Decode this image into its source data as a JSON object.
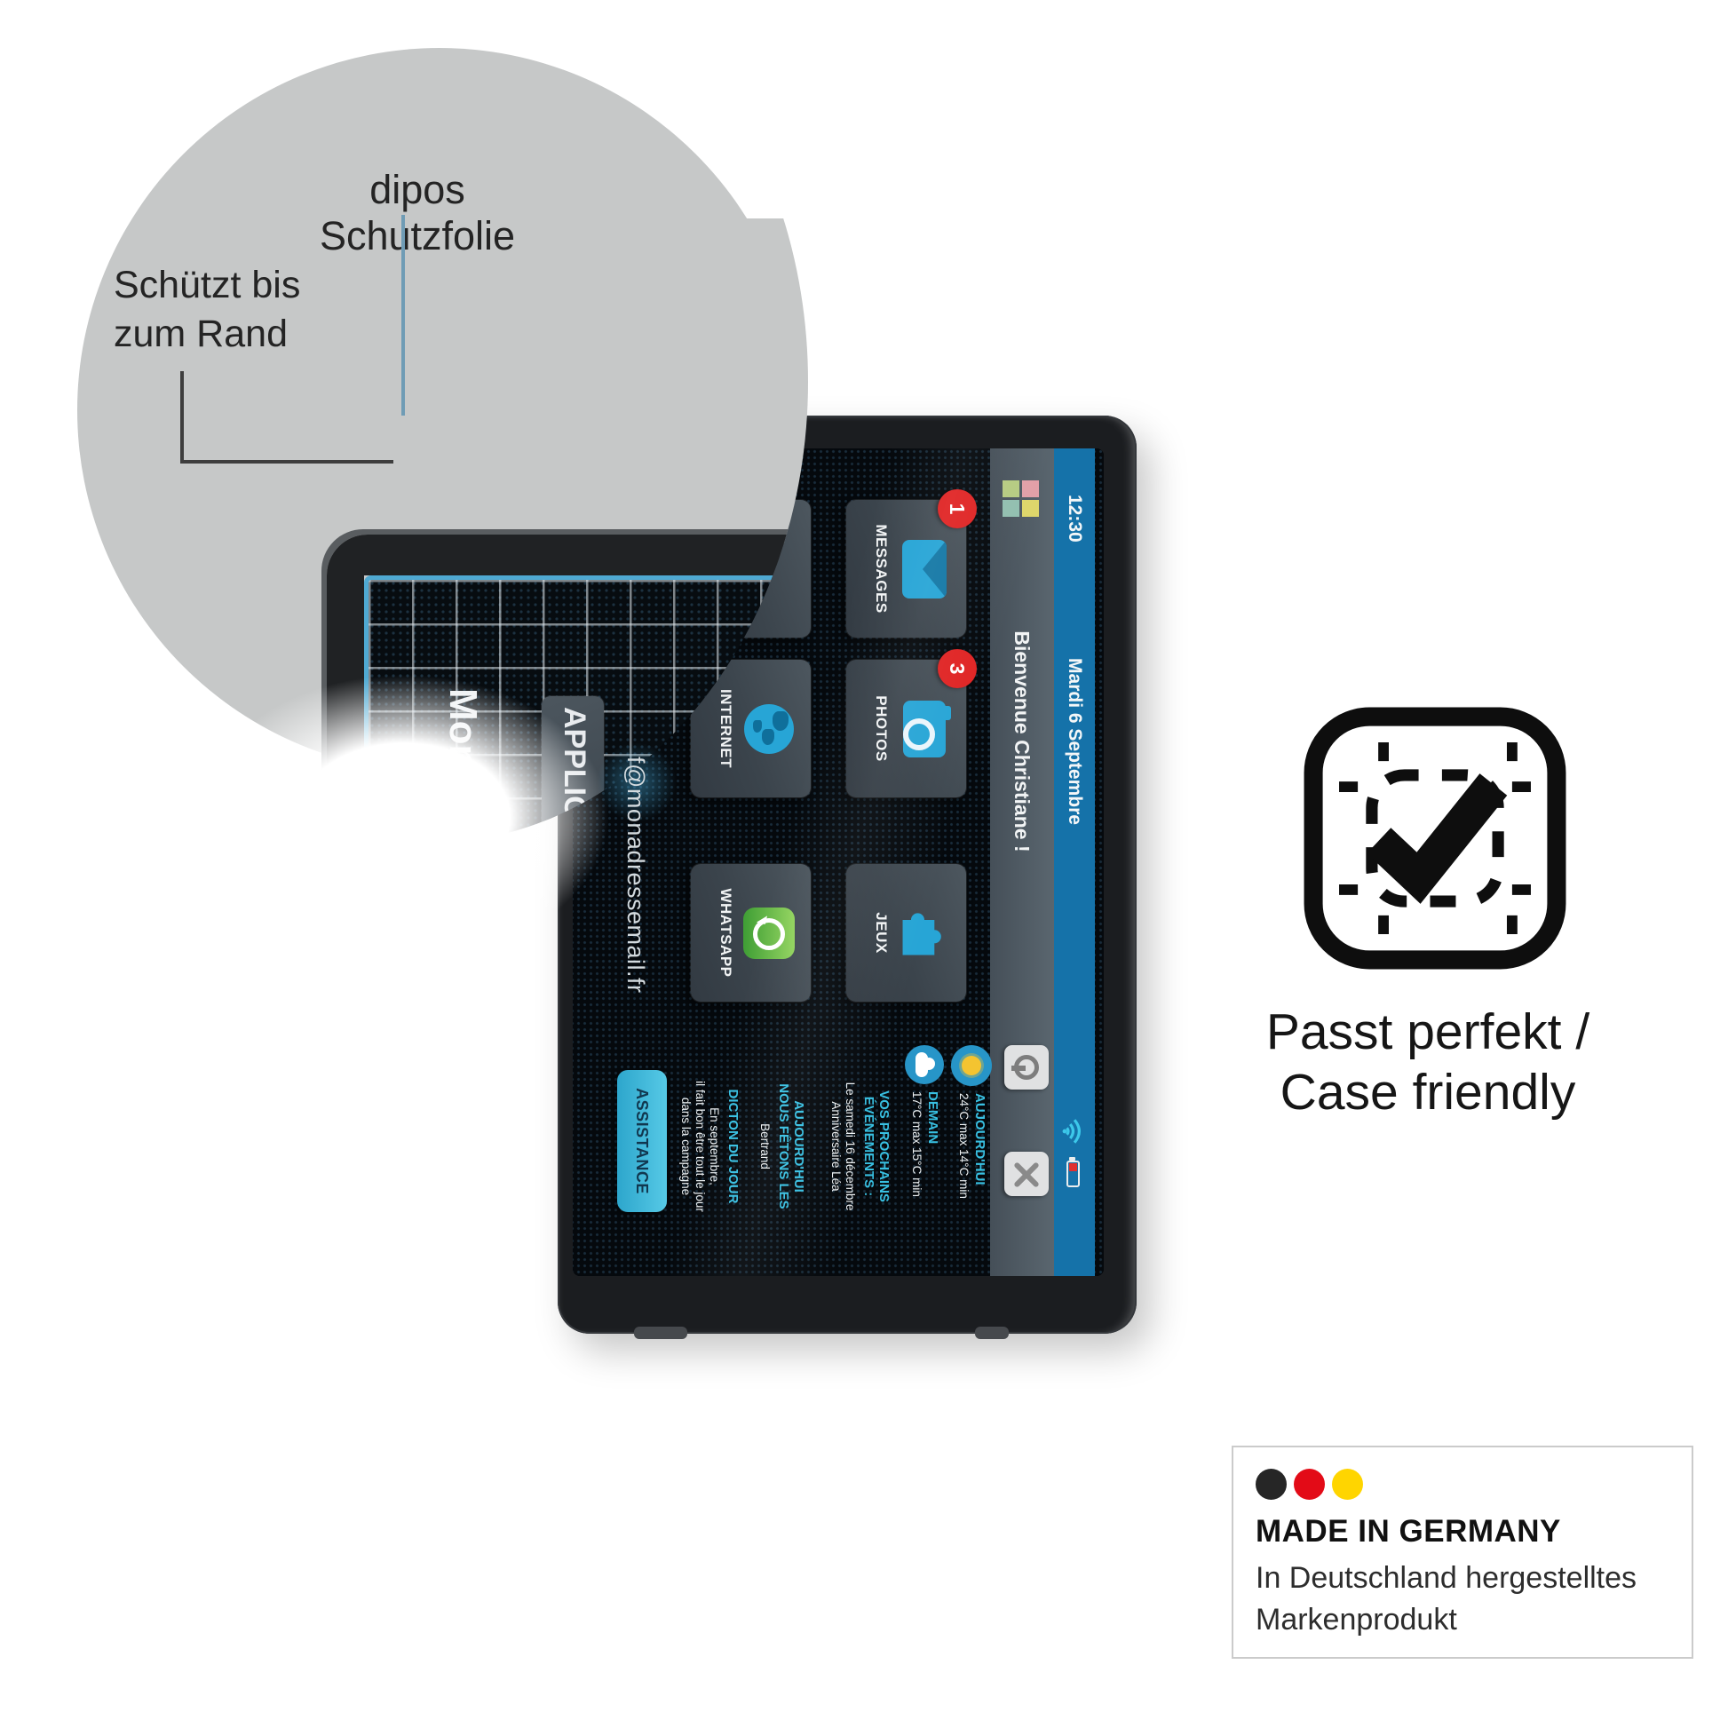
{
  "magnifier": {
    "title": "dipos Schutzfolie",
    "caption_line1": "Schützt bis",
    "caption_line2": "zum Rand"
  },
  "film_demo": {
    "big_label": "Mon adresse",
    "tile_fragment": "APPLICA",
    "email": "f@monadressemail.fr"
  },
  "tablet": {
    "status_time": "12:30",
    "date": "Mardi 6 Septembre",
    "welcome": "Bienvenue Christiane !",
    "tiles": [
      {
        "label": "MESSAGES",
        "badge": "1"
      },
      {
        "label": "PHOTOS",
        "badge": "3"
      },
      {
        "label": "JEUX",
        "badge": ""
      },
      {
        "label": "",
        "badge": ""
      },
      {
        "label": "INTERNET",
        "badge": ""
      },
      {
        "label": "WHATSAPP",
        "badge": ""
      }
    ],
    "weather": {
      "today_label": "AUJOURD'HUI",
      "today_temps": "24°C max 14°C min",
      "tomorrow_label": "DEMAIN",
      "tomorrow_temps": "17°C max 15°C min"
    },
    "events": {
      "title_line1": "VOS PROCHAINS",
      "title_line2": "ÉVÉNEMENTS :",
      "line1": "Le samedi 16 décembre",
      "line2": "Anniversaire Léa"
    },
    "name_day": {
      "title_line1": "AUJOURD'HUI",
      "title_line2": "NOUS FÊTONS LES",
      "name": "Bertrand"
    },
    "saying": {
      "title": "DICTON DU JOUR",
      "line1": "En septembre,",
      "line2": "il fait bon être tout le jour",
      "line3": "dans la campagne"
    },
    "assistance_label": "ASSISTANCE"
  },
  "fit_note": {
    "line1": "Passt perfekt /",
    "line2": "Case friendly"
  },
  "made_in_germany": {
    "title": "MADE IN GERMANY",
    "line1": "In Deutschland hergestelltes",
    "line2": "Markenprodukt"
  },
  "colors": {
    "accent_blue": "#1572a9",
    "tile_icon_blue": "#27a5d6",
    "cyan_text": "#38c0e2",
    "badge_red": "#e02525",
    "whatsapp_green": "#57b246",
    "film_edge_blue": "#4fa9d2",
    "flag_black": "#262626",
    "flag_red": "#e30b17",
    "flag_gold": "#ffd500"
  }
}
